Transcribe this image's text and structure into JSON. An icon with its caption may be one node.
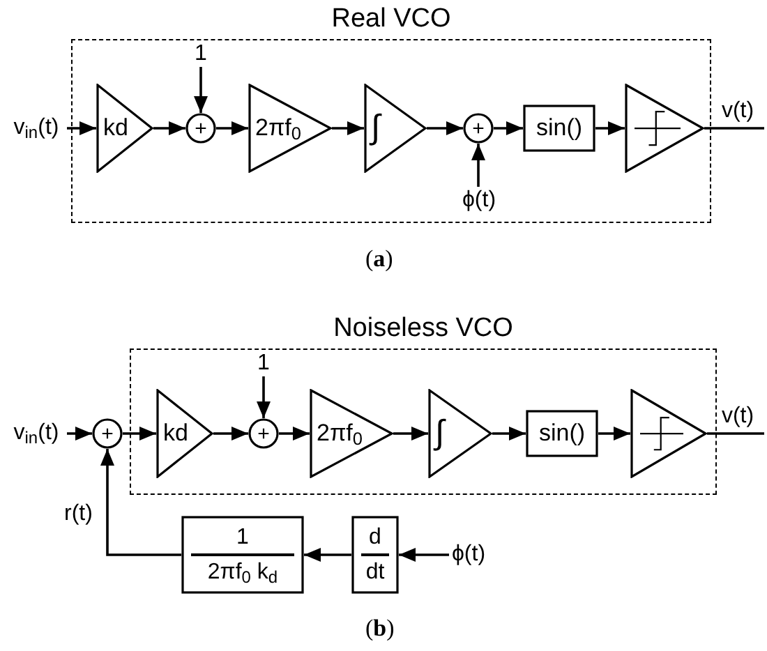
{
  "diagram": {
    "nodes": [
      {
        "text": [
          "Real VCO"
        ]
      },
      {
        "text": [
          "v$_{in}$(t)"
        ]
      },
      {
        "text": [
          "kd"
        ],
        "in": 0
      },
      {
        "text": [
          "+"
        ],
        "in": 0
      },
      {
        "text": [
          "1"
        ],
        "in": 0
      },
      {
        "text": [
          "2πf$_{0}$"
        ],
        "in": 0
      },
      {
        "text": [
          "∫"
        ],
        "in": 0
      },
      {
        "text": [
          "+"
        ],
        "in": 0
      },
      {
        "text": [
          "ϕ(t)"
        ],
        "in": 0
      },
      {
        "text": [
          "sin()"
        ],
        "in": 0
      },
      {
        "text": [],
        "shape": "triangle",
        "in": 0
      },
      {
        "text": [
          "v(t)"
        ]
      },
      {
        "text": [
          "Noiseless VCO"
        ]
      },
      {
        "text": [
          "v$_{in}$(t)"
        ]
      },
      {
        "text": [
          "+"
        ]
      },
      {
        "text": [
          "kd"
        ],
        "in": 12
      },
      {
        "text": [
          "+"
        ],
        "in": 12
      },
      {
        "text": [
          "1"
        ],
        "in": 12
      },
      {
        "text": [
          "2πf$_{0}$"
        ],
        "in": 12
      },
      {
        "text": [
          "∫"
        ],
        "in": 12
      },
      {
        "text": [
          "sin()"
        ],
        "in": 12
      },
      {
        "text": [],
        "shape": "triangle",
        "in": 12
      },
      {
        "text": [
          "v(t)"
        ]
      },
      {
        "text": [
          "1",
          "2πf$_{0}$ k$_{d}$"
        ]
      },
      {
        "text": [
          "d",
          "dt"
        ]
      },
      {
        "text": [
          "ϕ(t)"
        ]
      }
    ],
    "edges": [
      {
        "from": 1,
        "to": 2,
        "arrow": "to"
      },
      {
        "from": 2,
        "to": 3,
        "arrow": "to"
      },
      {
        "from": 4,
        "to": 3,
        "arrow": "to"
      },
      {
        "from": 3,
        "to": 5,
        "arrow": "to"
      },
      {
        "from": 5,
        "to": 6,
        "arrow": "to"
      },
      {
        "from": 6,
        "to": 7,
        "arrow": "to"
      },
      {
        "from": 8,
        "to": 7,
        "arrow": "to"
      },
      {
        "from": 7,
        "to": 9,
        "arrow": "to"
      },
      {
        "from": 9,
        "to": 10,
        "arrow": "to"
      },
      {
        "from": 10,
        "to": 11,
        "arrow": "none"
      },
      {
        "from": 13,
        "to": 14,
        "arrow": "to"
      },
      {
        "from": 14,
        "to": 15,
        "arrow": "to"
      },
      {
        "from": 15,
        "to": 16,
        "arrow": "to"
      },
      {
        "from": 17,
        "to": 16,
        "arrow": "to"
      },
      {
        "from": 16,
        "to": 18,
        "arrow": "to"
      },
      {
        "from": 18,
        "to": 19,
        "arrow": "to"
      },
      {
        "from": 19,
        "to": 20,
        "arrow": "to"
      },
      {
        "from": 20,
        "to": 21,
        "arrow": "to"
      },
      {
        "from": 21,
        "to": 22,
        "arrow": "none"
      },
      {
        "from": 25,
        "to": 24,
        "arrow": "to"
      },
      {
        "from": 24,
        "to": 23,
        "arrow": "to"
      },
      {
        "from": 23,
        "to": 14,
        "arrow": "to",
        "label": "r(t)"
      }
    ],
    "labels": [
      "(**a**)",
      "(**b**)"
    ]
  }
}
